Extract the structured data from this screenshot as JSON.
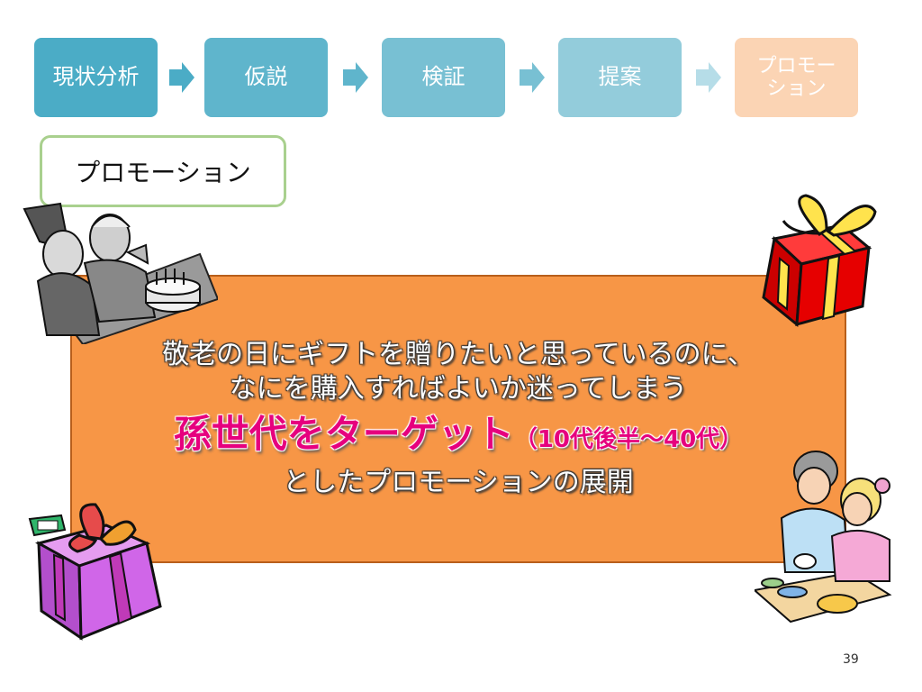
{
  "process_steps": [
    {
      "label": "現状分析",
      "color": "#4bacc6"
    },
    {
      "label": "仮説",
      "color": "#5fb5cc"
    },
    {
      "label": "検証",
      "color": "#78c0d3"
    },
    {
      "label": "提案",
      "color": "#93ccdb"
    },
    {
      "label": "プロモーション",
      "color": "#fbd4b4"
    }
  ],
  "arrow_colors": [
    "#4bacc6",
    "#5fb5cc",
    "#78c0d3",
    "#b6dde8"
  ],
  "section_label": "プロモーション",
  "main_box": {
    "background": "#f79646",
    "line1": "敬老の日にギフトを贈りたいと思っているのに、",
    "line2": "なにを購入すればよいか迷ってしまう",
    "highlight": "孫世代をターゲット",
    "highlight_paren": "（10代後半～40代）",
    "highlight_color": "#e6007e",
    "line4": "としたプロモーションの展開"
  },
  "page_number": "39"
}
